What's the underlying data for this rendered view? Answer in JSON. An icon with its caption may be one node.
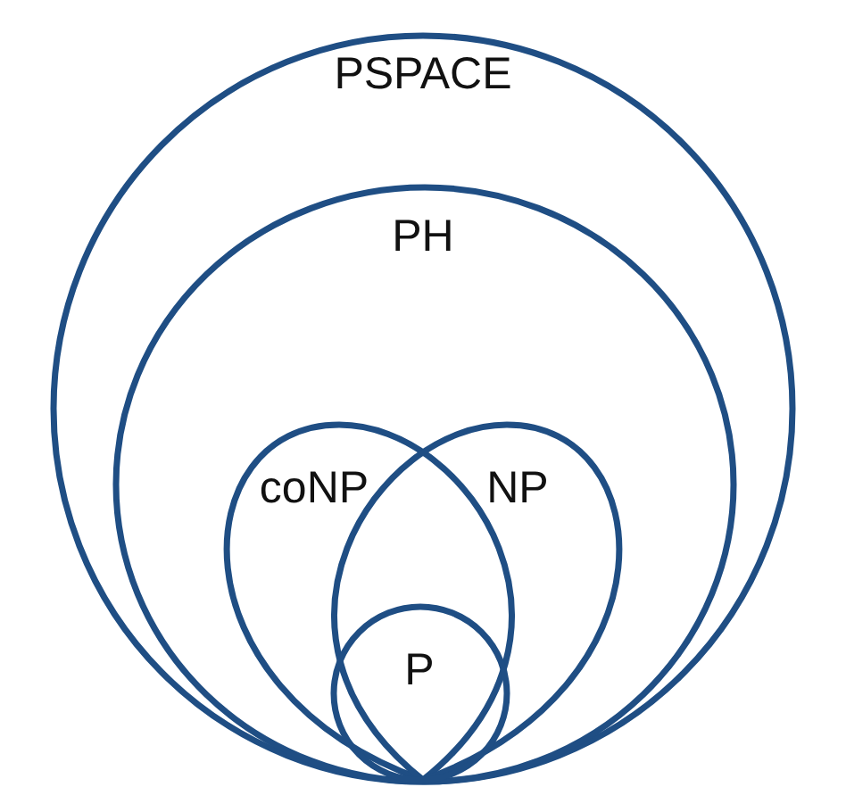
{
  "diagram": {
    "nodes": [
      {
        "text": [
          "PSPACE"
        ]
      },
      {
        "text": [
          "PH"
        ],
        "in": 0
      },
      {
        "text": [
          "coNP"
        ],
        "in": 1
      },
      {
        "text": [
          "NP"
        ],
        "in": 1
      },
      {
        "text": [
          "P"
        ]
      }
    ]
  }
}
